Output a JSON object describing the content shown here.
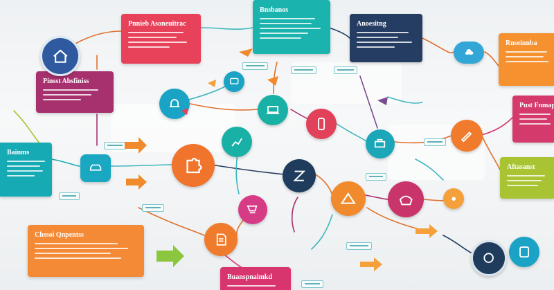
{
  "cards": {
    "pink_top": {
      "title": "Pnnieb Asoneuitrac",
      "color": "#e8415a"
    },
    "teal_top": {
      "title": "Bnsbanos",
      "color": "#1bb3ad"
    },
    "navy_top": {
      "title": "Anoesitng",
      "color": "#263d63"
    },
    "orange_right": {
      "title": "Rnseinnba",
      "color": "#f5912e"
    },
    "magenta_left": {
      "title": "Pinsst Absfiniss",
      "color": "#a7306e"
    },
    "teal_left": {
      "title": "Bainms",
      "color": "#16aab4"
    },
    "rose_right": {
      "title": "Pust Fnmap",
      "color": "#d43a6c"
    },
    "lime_right": {
      "title": "Aftasanst",
      "color": "#a8c432"
    },
    "orange_bottom": {
      "title": "Chssoi Qnpentss",
      "color": "#f58a36"
    },
    "pink_bottom": {
      "title": "Buanspnaimkd",
      "color": "#d8356e"
    }
  },
  "colors": {
    "link": "#e0702c",
    "link2": "#3fb6bd",
    "link3": "#7b4b8f"
  }
}
